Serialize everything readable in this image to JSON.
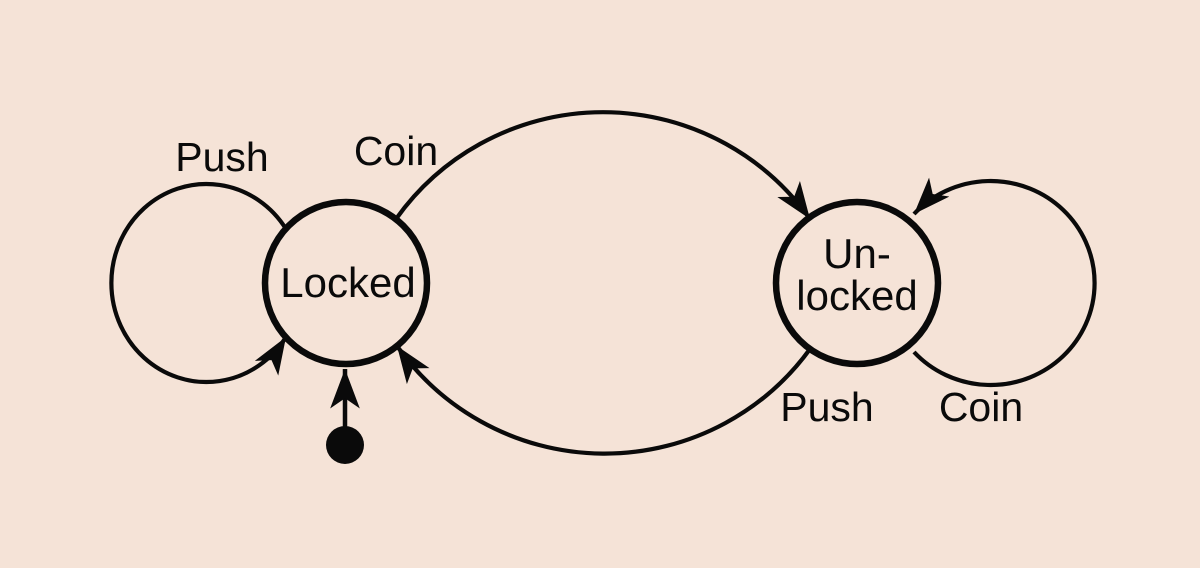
{
  "diagram": {
    "type": "state-machine",
    "background_color": "#f5e3d7",
    "line_color": "#0a0a0a",
    "initial_state": "locked",
    "states": [
      {
        "id": "locked",
        "label": "Locked"
      },
      {
        "id": "unlocked",
        "label_line1": "Un-",
        "label_line2": "locked"
      }
    ],
    "transitions": [
      {
        "from": "locked",
        "to": "locked",
        "trigger": "Push"
      },
      {
        "from": "locked",
        "to": "unlocked",
        "trigger": "Coin"
      },
      {
        "from": "unlocked",
        "to": "locked",
        "trigger": "Push"
      },
      {
        "from": "unlocked",
        "to": "unlocked",
        "trigger": "Coin"
      }
    ]
  }
}
